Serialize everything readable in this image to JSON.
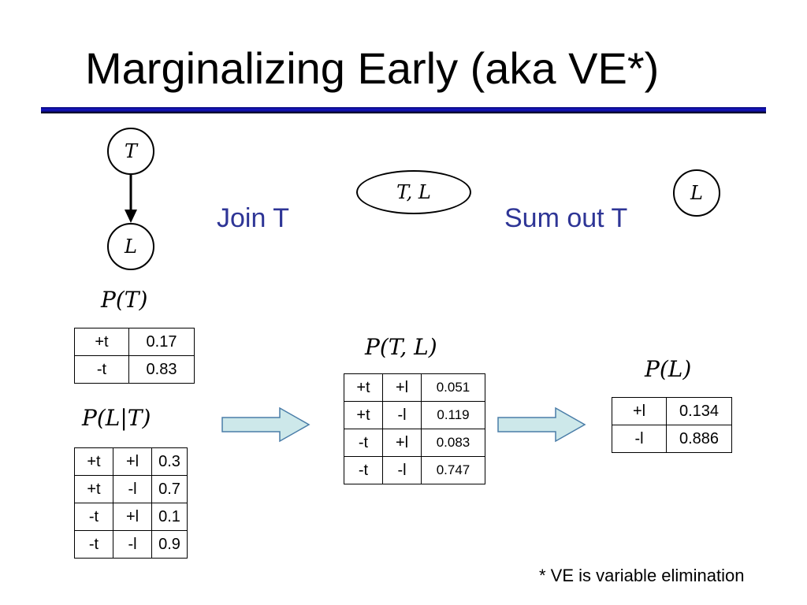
{
  "title": "Marginalizing Early (aka VE*)",
  "nodes": {
    "t": "T",
    "l": "L",
    "tl": "T, L",
    "l_right": "L"
  },
  "operations": {
    "join": "Join T",
    "sum_out": "Sum out T"
  },
  "formulas": {
    "p_t": "P(T)",
    "p_l_given_t": "P(L|T)",
    "p_tl": "P(T, L)",
    "p_l": "P(L)"
  },
  "tables": {
    "p_t": [
      [
        "+t",
        "0.17"
      ],
      [
        "-t",
        "0.83"
      ]
    ],
    "p_l_given_t": [
      [
        "+t",
        "+l",
        "0.3"
      ],
      [
        "+t",
        "-l",
        "0.7"
      ],
      [
        "-t",
        "+l",
        "0.1"
      ],
      [
        "-t",
        "-l",
        "0.9"
      ]
    ],
    "p_tl": [
      [
        "+t",
        "+l",
        "0.051"
      ],
      [
        "+t",
        "-l",
        "0.119"
      ],
      [
        "-t",
        "+l",
        "0.083"
      ],
      [
        "-t",
        "-l",
        "0.747"
      ]
    ],
    "p_l": [
      [
        "+l",
        "0.134"
      ],
      [
        "-l",
        "0.886"
      ]
    ]
  },
  "footnote": "* VE is variable elimination",
  "colors": {
    "operation_text": "#2e3596",
    "arrow_fill": "#cde8ea",
    "arrow_stroke": "#4a7da8",
    "title_rule": "#1515c8"
  }
}
